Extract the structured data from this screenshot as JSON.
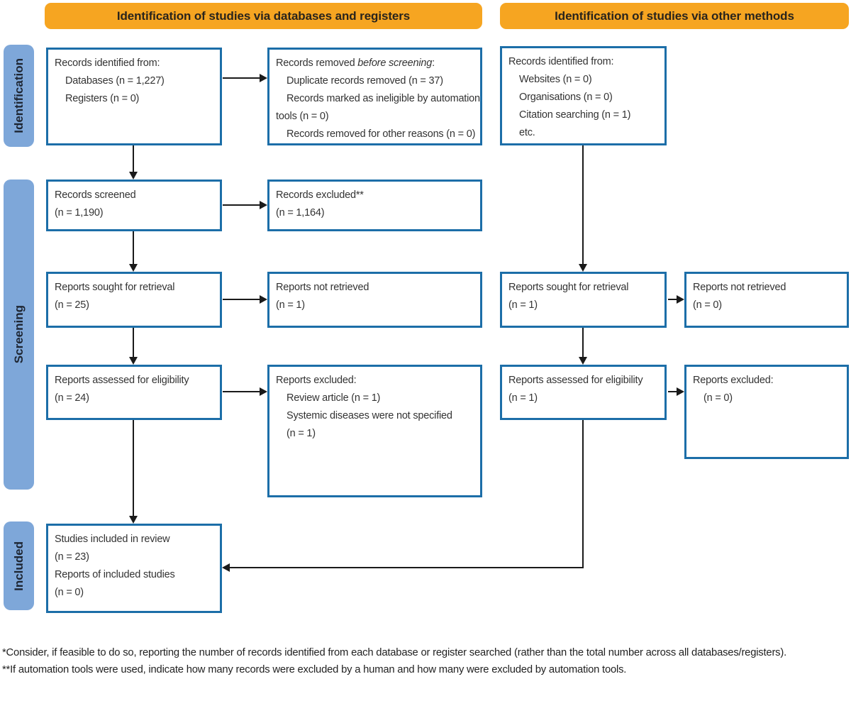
{
  "headers": {
    "left": "Identification of studies via databases and registers",
    "right": "Identification of studies via other methods"
  },
  "stages": {
    "identification": "Identification",
    "screening": "Screening",
    "included": "Included"
  },
  "boxes": {
    "db_identified": {
      "lines": [
        "Records identified from:",
        "Databases (n = 1,227)",
        "Registers (n = 0)"
      ]
    },
    "removed_before_screening": {
      "title_prefix": "Records removed ",
      "title_italic": "before screening",
      "title_suffix": ":",
      "lines": [
        "Duplicate records removed  (n = 37)",
        "Records marked as ineligible by automation",
        "tools (n = 0)",
        "Records removed for other reasons (n = 0)"
      ]
    },
    "other_identified": {
      "lines": [
        "Records identified from:",
        "Websites (n = 0)",
        "Organisations (n = 0)",
        "Citation searching (n = 1)",
        "etc."
      ]
    },
    "records_screened": {
      "lines": [
        "Records screened",
        "(n = 1,190)"
      ]
    },
    "records_excluded": {
      "lines": [
        "Records excluded**",
        "(n = 1,164)"
      ]
    },
    "db_sought": {
      "lines": [
        "Reports sought for retrieval",
        "(n = 25)"
      ]
    },
    "db_not_retrieved": {
      "lines": [
        "Reports not retrieved",
        "(n = 1)"
      ]
    },
    "other_sought": {
      "lines": [
        "Reports sought for retrieval",
        "(n = 1)"
      ]
    },
    "other_not_retrieved": {
      "lines": [
        "Reports not retrieved",
        "(n = 0)"
      ]
    },
    "db_assessed": {
      "lines": [
        "Reports assessed for eligibility",
        "(n = 24)"
      ]
    },
    "db_excluded": {
      "lines": [
        "Reports excluded:",
        "Review article (n = 1)",
        "Systemic diseases were not specified",
        "(n = 1)"
      ]
    },
    "other_assessed": {
      "lines": [
        "Reports assessed for eligibility",
        "(n = 1)"
      ]
    },
    "other_excluded": {
      "lines": [
        "Reports excluded:",
        "(n = 0)"
      ]
    },
    "included": {
      "lines": [
        "Studies included in review",
        "(n = 23)",
        "Reports of included studies",
        "(n = 0)"
      ]
    }
  },
  "footnotes": [
    "*Consider, if feasible to do so, reporting the number of records identified from each database or register searched (rather than the total number across all databases/registers).",
    "**If automation tools were used, indicate how many records were excluded by a human and how many were excluded by automation tools."
  ],
  "colors": {
    "header_bg": "#F6A521",
    "stage_bg": "#7EA7D9",
    "box_border": "#1C6EA8",
    "arrow": "#1A1A1A",
    "text": "#333333"
  }
}
